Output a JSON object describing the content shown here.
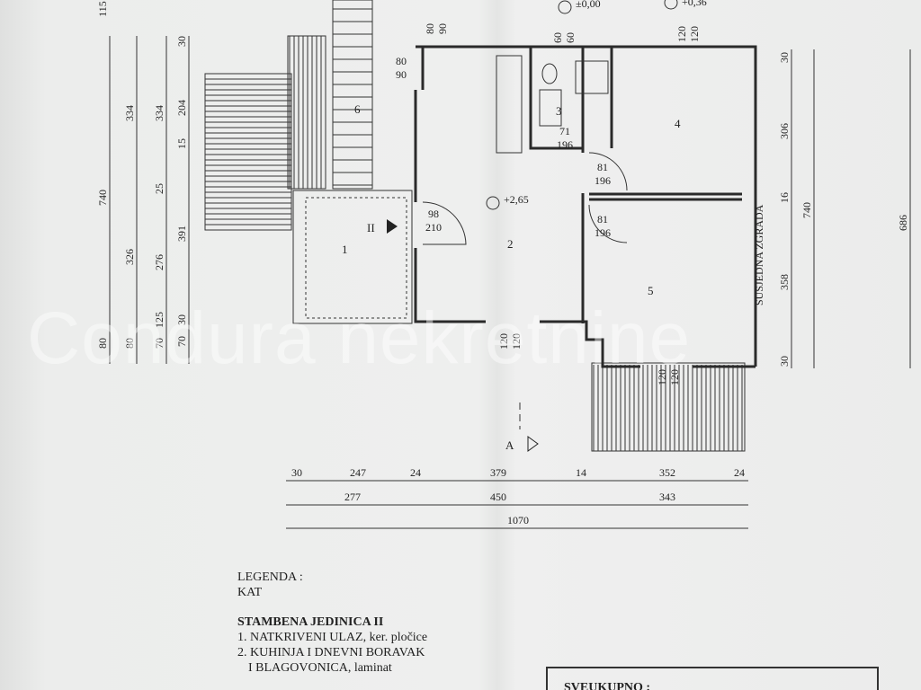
{
  "plan": {
    "levels": [
      "±0,00",
      "+0,36",
      "+2,65"
    ],
    "rooms": [
      "1",
      "2",
      "3",
      "4",
      "5",
      "6"
    ],
    "section_mark": "II",
    "section_cut": "A",
    "neighbor_label": "SUSJEDNA ZGRADA",
    "openings": {
      "top_a": [
        "80",
        "90"
      ],
      "top_b": [
        "60",
        "60"
      ],
      "top_c": [
        "120",
        "120"
      ],
      "entry": [
        "80",
        "90"
      ],
      "main_door": [
        "98",
        "210"
      ],
      "bath_door": [
        "71",
        "196"
      ],
      "door4": [
        "81",
        "196"
      ],
      "door5": [
        "81",
        "196"
      ],
      "south_window": [
        "120",
        "120"
      ],
      "terrace_window": [
        "120",
        "120"
      ]
    },
    "left_dims": {
      "col1": [
        "740",
        "80"
      ],
      "col2": [
        "334",
        "326",
        "80"
      ],
      "col3": [
        "334",
        "25",
        "276",
        "70",
        "125"
      ],
      "col4": [
        "30",
        "204",
        "15",
        "391",
        "70",
        "30"
      ],
      "top": "115"
    },
    "right_dims": {
      "col1": [
        "30",
        "306",
        "16",
        "358",
        "30"
      ],
      "col2": "740",
      "col3": "686"
    },
    "bottom_dims": {
      "row1": [
        "30",
        "247",
        "24",
        "379",
        "14",
        "352",
        "24"
      ],
      "row2": [
        "277",
        "450",
        "343"
      ],
      "row3": "1070"
    }
  },
  "legend": {
    "title": "LEGENDA :",
    "floor": "KAT",
    "unit": "STAMBENA JEDINICA II",
    "items": [
      "1. NATKRIVENI ULAZ, ker. pločice",
      "2. KUHINJA I DNEVNI BORAVAK",
      "I BLAGOVONICA, laminat"
    ]
  },
  "total": {
    "label": "SVEUKUPNO :"
  },
  "watermark": "Condura nekretnine"
}
